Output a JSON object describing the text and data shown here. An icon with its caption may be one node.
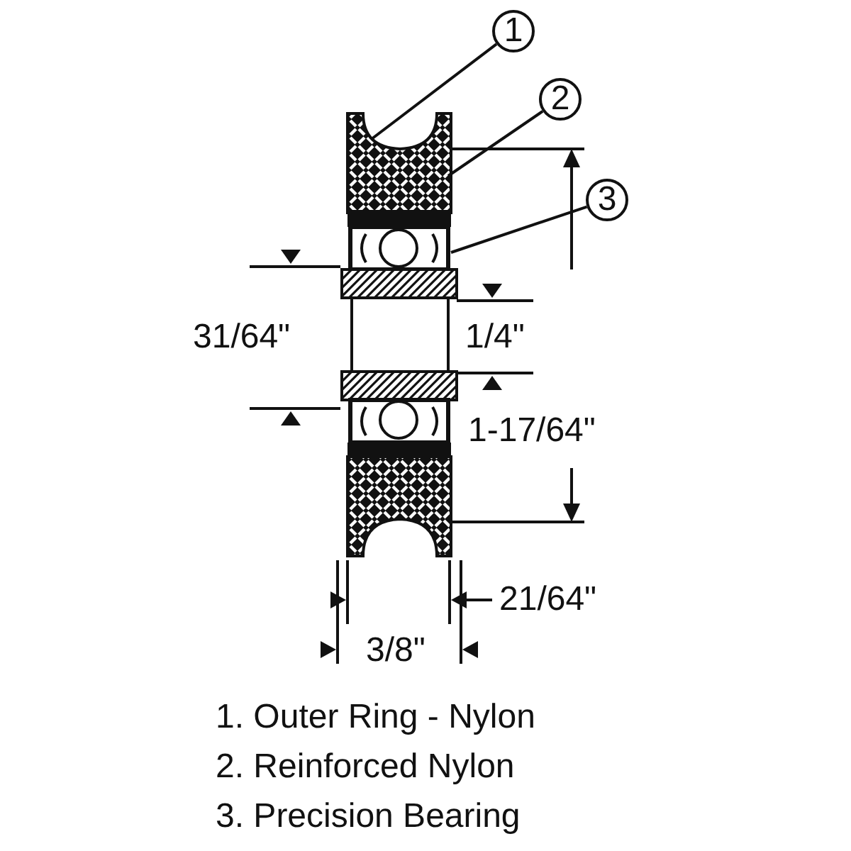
{
  "diagram": {
    "nodes": [
      {
        "text": [
          "1"
        ]
      },
      {
        "text": [
          "2"
        ]
      },
      {
        "text": [
          "3"
        ]
      }
    ],
    "edges": [
      {
        "from": 0,
        "to": null,
        "arrow": "none"
      },
      {
        "from": 1,
        "to": null,
        "arrow": "none"
      },
      {
        "from": 2,
        "to": null,
        "arrow": "none"
      }
    ],
    "labels": [
      "31/64\"",
      "1/4\"",
      "1-17/64\"",
      "21/64\"",
      "3/8\"",
      "1. Outer Ring - Nylon",
      "2. Reinforced Nylon",
      "3. Precision Bearing"
    ]
  }
}
